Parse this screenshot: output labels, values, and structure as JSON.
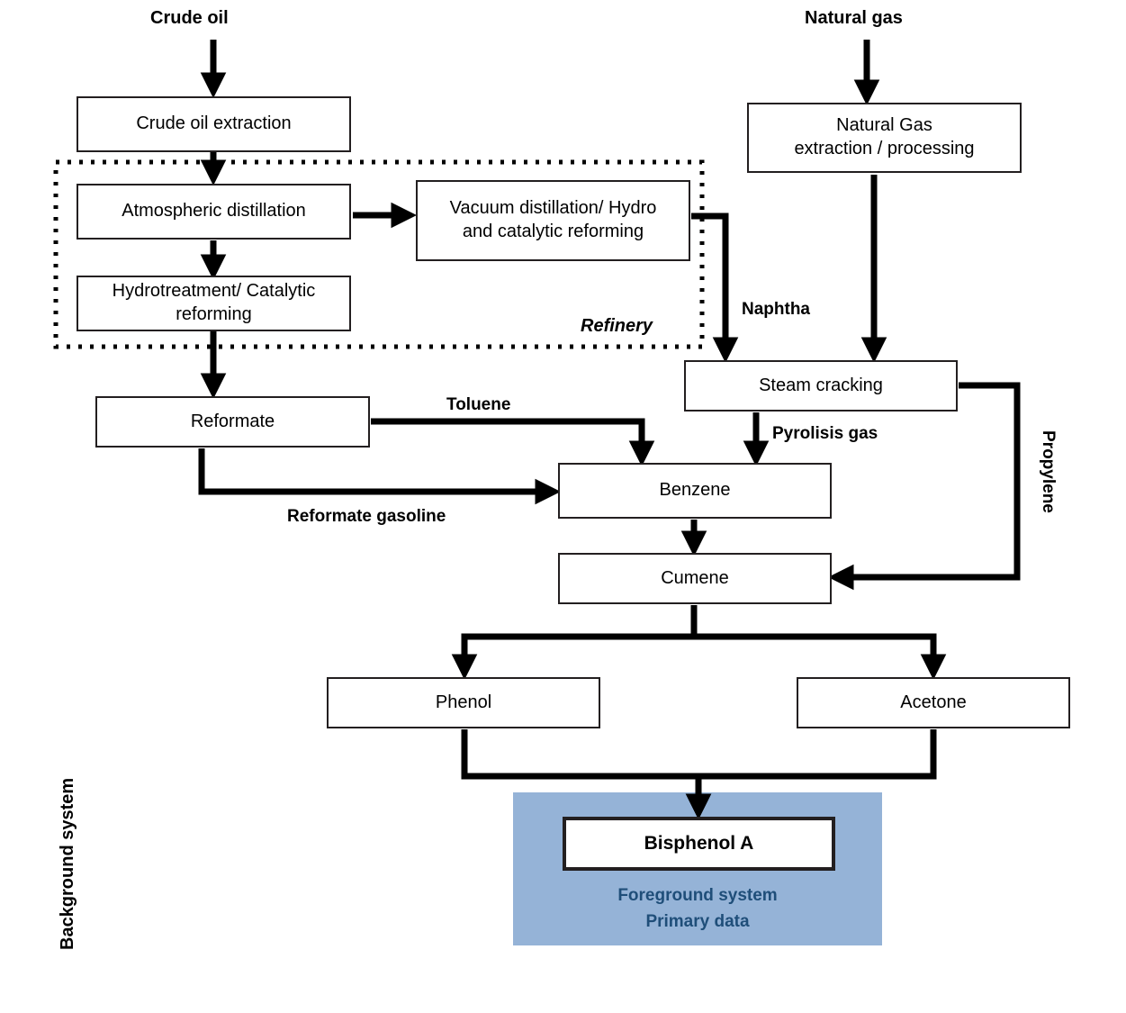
{
  "diagram": {
    "title": "Bisphenol A production system flow diagram",
    "colors": {
      "line": "#231f20",
      "foreground_fill": "#95b3d7",
      "foreground_text": "#1f4e79",
      "box_fill": "#ffffff"
    },
    "system_labels": {
      "background": "Background system",
      "refinery": "Refinery",
      "foreground_line1": "Foreground system",
      "foreground_line2": "Primary data"
    },
    "inputs": [
      {
        "id": "crude-oil",
        "label": "Crude oil"
      },
      {
        "id": "natural-gas",
        "label": "Natural gas"
      }
    ],
    "nodes": [
      {
        "id": "crude-oil-extraction",
        "label": "Crude oil extraction"
      },
      {
        "id": "atmospheric-distillation",
        "label": "Atmospheric distillation"
      },
      {
        "id": "vacuum-distillation",
        "label": "Vacuum distillation/ Hydro and catalytic reforming"
      },
      {
        "id": "hydrotreatment",
        "label": "Hydrotreatment/ Catalytic reforming"
      },
      {
        "id": "natural-gas-extraction",
        "label": "Natural Gas extraction / processing"
      },
      {
        "id": "reformate",
        "label": "Reformate"
      },
      {
        "id": "steam-cracking",
        "label": "Steam cracking"
      },
      {
        "id": "benzene",
        "label": "Benzene"
      },
      {
        "id": "cumene",
        "label": "Cumene"
      },
      {
        "id": "phenol",
        "label": "Phenol"
      },
      {
        "id": "acetone",
        "label": "Acetone"
      },
      {
        "id": "bisphenol-a",
        "label": "Bisphenol A"
      }
    ],
    "node_labels": {
      "crude_oil_extraction": "Crude oil extraction",
      "atmospheric_distillation": "Atmospheric distillation",
      "vacuum_distillation_l1": "Vacuum distillation/ Hydro",
      "vacuum_distillation_l2": "and catalytic reforming",
      "hydrotreatment_l1": "Hydrotreatment/ Catalytic",
      "hydrotreatment_l2": "reforming",
      "natural_gas_extraction_l1": "Natural Gas",
      "natural_gas_extraction_l2": "extraction / processing",
      "reformate": "Reformate",
      "steam_cracking": "Steam cracking",
      "benzene": "Benzene",
      "cumene": "Cumene",
      "phenol": "Phenol",
      "acetone": "Acetone",
      "bisphenol_a": "Bisphenol A"
    },
    "flow_labels": [
      {
        "id": "naphtha",
        "label": "Naphtha"
      },
      {
        "id": "toluene",
        "label": "Toluene"
      },
      {
        "id": "pyrolisis-gas",
        "label": "Pyrolisis gas"
      },
      {
        "id": "reformate-gasoline",
        "label": "Reformate gasoline"
      },
      {
        "id": "propylene",
        "label": "Propylene"
      }
    ],
    "flow_label_text": {
      "naphtha": "Naphtha",
      "toluene": "Toluene",
      "pyrolisis_gas": "Pyrolisis gas",
      "reformate_gasoline": "Reformate gasoline",
      "propylene": "Propylene"
    },
    "edges": [
      {
        "from": "crude-oil",
        "to": "crude-oil-extraction",
        "label": ""
      },
      {
        "from": "crude-oil-extraction",
        "to": "atmospheric-distillation",
        "label": ""
      },
      {
        "from": "atmospheric-distillation",
        "to": "vacuum-distillation",
        "label": ""
      },
      {
        "from": "atmospheric-distillation",
        "to": "hydrotreatment",
        "label": ""
      },
      {
        "from": "hydrotreatment",
        "to": "reformate",
        "label": ""
      },
      {
        "from": "vacuum-distillation",
        "to": "steam-cracking",
        "label": "Naphtha"
      },
      {
        "from": "natural-gas",
        "to": "natural-gas-extraction",
        "label": ""
      },
      {
        "from": "natural-gas-extraction",
        "to": "steam-cracking",
        "label": ""
      },
      {
        "from": "reformate",
        "to": "benzene",
        "label": "Toluene"
      },
      {
        "from": "reformate",
        "to": "benzene",
        "label": "Reformate gasoline"
      },
      {
        "from": "steam-cracking",
        "to": "benzene",
        "label": "Pyrolisis gas"
      },
      {
        "from": "steam-cracking",
        "to": "cumene",
        "label": "Propylene"
      },
      {
        "from": "benzene",
        "to": "cumene",
        "label": ""
      },
      {
        "from": "cumene",
        "to": "phenol",
        "label": ""
      },
      {
        "from": "cumene",
        "to": "acetone",
        "label": ""
      },
      {
        "from": "phenol",
        "to": "bisphenol-a",
        "label": ""
      },
      {
        "from": "acetone",
        "to": "bisphenol-a",
        "label": ""
      }
    ]
  }
}
